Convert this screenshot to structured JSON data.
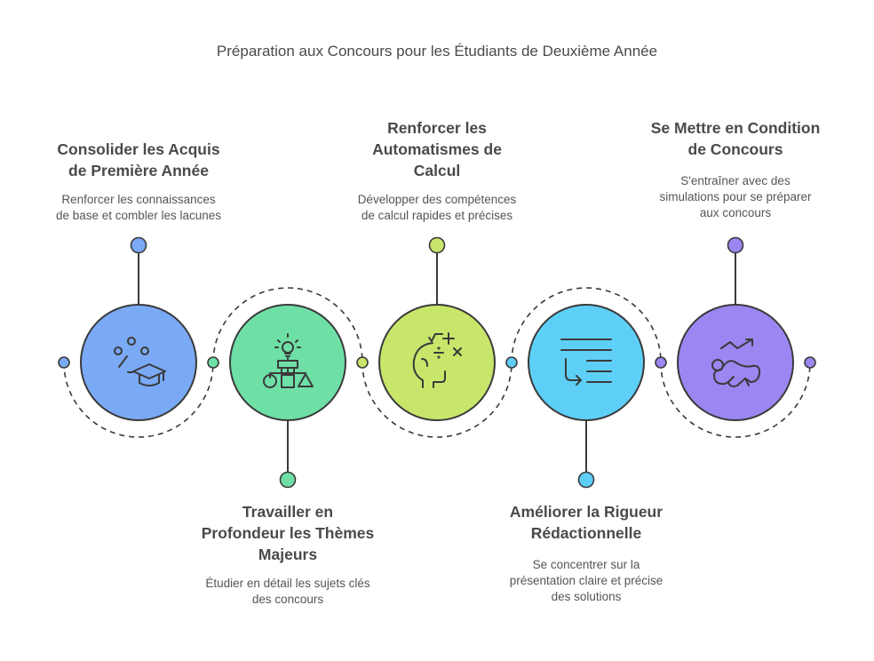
{
  "title": "Préparation aux Concours pour les Étudiants de Deuxième Année",
  "colors": {
    "stroke": "#3a3a3a",
    "text": "#4a4a4a"
  },
  "steps": [
    {
      "title": "Consolider les Acquis\nde Première Année",
      "description": "Renforcer les connaissances\nde base et combler les lacunes",
      "icon": "graduation-cap-icon",
      "color": "#7aaaf5",
      "label_position": "top"
    },
    {
      "title": "Travailler en\nProfondeur les Thèmes\nMajeurs",
      "description": "Étudier en détail les sujets clés\ndes concours",
      "icon": "lightbulb-shapes-hierarchy-icon",
      "color": "#6ee0a6",
      "label_position": "bottom"
    },
    {
      "title": "Renforcer les\nAutomatismes de\nCalcul",
      "description": "Développer des compétences\nde calcul rapides et précises",
      "icon": "head-math-operators-icon",
      "color": "#c8e66a",
      "label_position": "top"
    },
    {
      "title": "Améliorer la Rigueur\nRédactionnelle",
      "description": "Se concentrer sur la\nprésentation claire et précise\ndes solutions",
      "icon": "text-wrap-arrow-icon",
      "color": "#5ecff7",
      "label_position": "bottom"
    },
    {
      "title": "Se Mettre en Condition\nde Concours",
      "description": "S'entraîner avec des\nsimulations pour se préparer\naux concours",
      "icon": "runner-trend-up-icon",
      "color": "#9b86f2",
      "label_position": "top"
    }
  ]
}
